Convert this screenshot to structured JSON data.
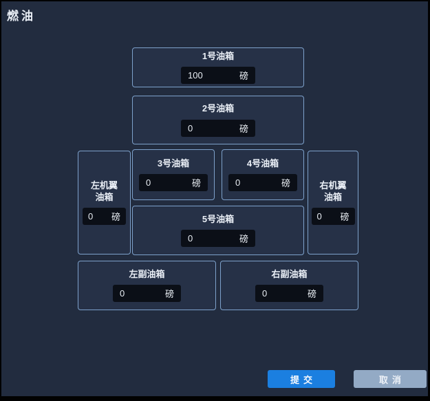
{
  "window": {
    "title": "燃油"
  },
  "tanks": {
    "tank1": {
      "label": "1号油箱",
      "value": "100",
      "unit": "磅"
    },
    "tank2": {
      "label": "2号油箱",
      "value": "0",
      "unit": "磅"
    },
    "tank3": {
      "label": "3号油箱",
      "value": "0",
      "unit": "磅"
    },
    "tank4": {
      "label": "4号油箱",
      "value": "0",
      "unit": "磅"
    },
    "tank5": {
      "label": "5号油箱",
      "value": "0",
      "unit": "磅"
    },
    "wing_left": {
      "label_line1": "左机翼",
      "label_line2": "油箱",
      "value": "0",
      "unit": "磅"
    },
    "wing_right": {
      "label_line1": "右机翼",
      "label_line2": "油箱",
      "value": "0",
      "unit": "磅"
    },
    "aux_left": {
      "label": "左副油箱",
      "value": "0",
      "unit": "磅"
    },
    "aux_right": {
      "label": "右副油箱",
      "value": "0",
      "unit": "磅"
    }
  },
  "buttons": {
    "submit": "提交",
    "cancel": "取消"
  },
  "colors": {
    "background": "#222c3f",
    "box_border": "#7ea2cc",
    "input_background": "#0b0f17",
    "accent_submit": "#1b7fe0",
    "cancel_button": "#93aac5"
  }
}
